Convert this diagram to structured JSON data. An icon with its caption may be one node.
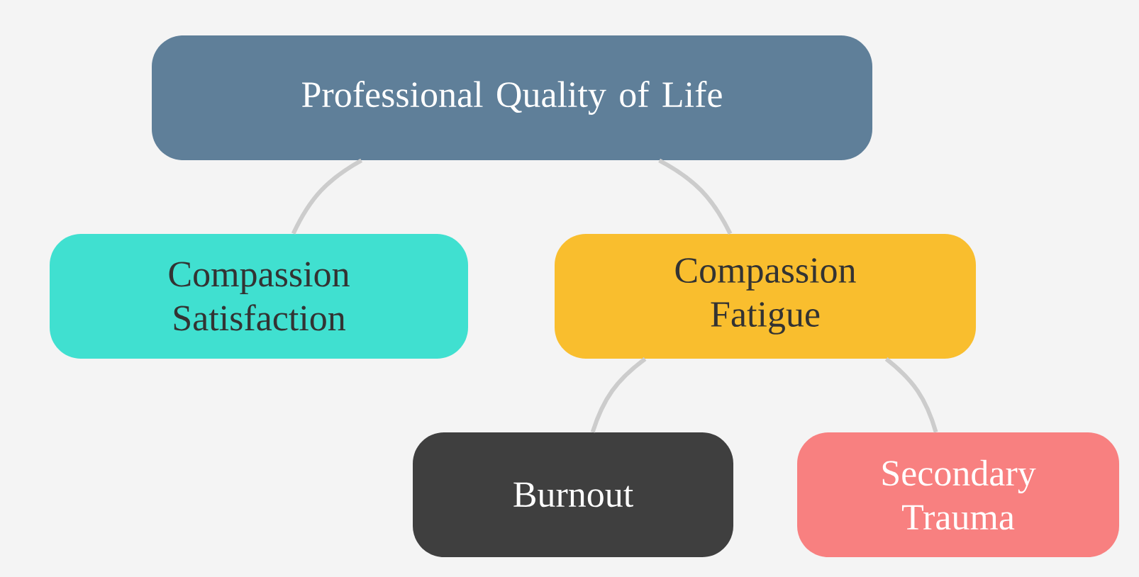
{
  "diagram": {
    "nodes": [
      {
        "text": [
          "Professional Quality of Life"
        ]
      },
      {
        "text": [
          "Compassion Satisfaction"
        ]
      },
      {
        "text": [
          "Compassion Fatigue"
        ]
      },
      {
        "text": [
          "Burnout"
        ]
      },
      {
        "text": [
          "Secondary Trauma"
        ]
      }
    ],
    "edges": [
      {
        "from": 0,
        "to": 1,
        "arrow": "none"
      },
      {
        "from": 0,
        "to": 2,
        "arrow": "none"
      },
      {
        "from": 2,
        "to": 3,
        "arrow": "none"
      },
      {
        "from": 2,
        "to": 4,
        "arrow": "none"
      }
    ]
  }
}
